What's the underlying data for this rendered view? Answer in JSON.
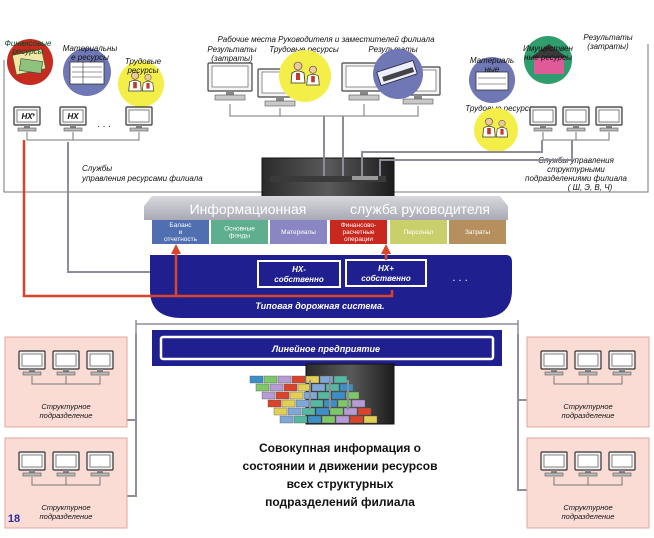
{
  "top": {
    "workplaces_title": "Рабочие места Руководителя и заместителей филиала",
    "results_costs_left": [
      "Результаты",
      "(затраты)"
    ],
    "labor_resources_center": "Трудовые ресурсы",
    "results_center": "Результаты",
    "results_costs_right": [
      "Результаты",
      "(затраты)"
    ]
  },
  "left_cluster": {
    "financial_resources": [
      "Финансовые",
      "ресурсы"
    ],
    "material_resources": [
      "Материальны",
      "е ресурсы"
    ],
    "labor_resources": [
      "Трудовые",
      "ресурсы"
    ],
    "nh_plus": "НХ",
    "nh": "НХ",
    "ellipsis": ". . .",
    "services_caption": [
      "Службы",
      "управления ресурсами филиала"
    ]
  },
  "right_cluster": {
    "material": [
      "Материаль",
      "ные"
    ],
    "property_resources": [
      "Имуществен",
      "ные ресурсы"
    ],
    "labor_resources": "Трудовые ресурсы",
    "services_caption": [
      "Службы управления",
      "структурными",
      "подразделениями  филиала",
      "( Ш, Э, В, Ч)"
    ]
  },
  "info_service": {
    "title_left": "Информационная",
    "title_right": "служба руководителя",
    "modules": [
      {
        "lines": [
          "Баланс",
          "и",
          "отчетность"
        ],
        "color": "#4f6fb0"
      },
      {
        "lines": [
          "Основные",
          "фонды"
        ],
        "color": "#5fae8e"
      },
      {
        "lines": [
          "Материалы"
        ],
        "color": "#8a86c4"
      },
      {
        "lines": [
          "Финансово-",
          "расчетные",
          "операции"
        ],
        "color": "#c8281e"
      },
      {
        "lines": [
          "Персонал"
        ],
        "color": "#c9cf6a"
      },
      {
        "lines": [
          "Затраты"
        ],
        "color": "#b58f5e"
      }
    ]
  },
  "band": {
    "nh_own": [
      "НХ-",
      "собственно"
    ],
    "nhplus_own": [
      "НХ+",
      "собственно"
    ],
    "ellipsis": ". . .",
    "typical_system": "Типовая дорожная система.",
    "linear_enterprise": "Линейное предприятие"
  },
  "divisions": {
    "label": [
      "Структурное",
      "подразделение"
    ]
  },
  "summary": [
    "Совокупная информация о",
    "состоянии и движении ресурсов",
    "всех структурных",
    "подразделений филиала"
  ],
  "slide_number": "18",
  "colors": {
    "band": "#1f1f8f",
    "red_link": "#d9442a",
    "pink_panel": "#fbdcd5",
    "header_bar": "#c7c7cf"
  }
}
